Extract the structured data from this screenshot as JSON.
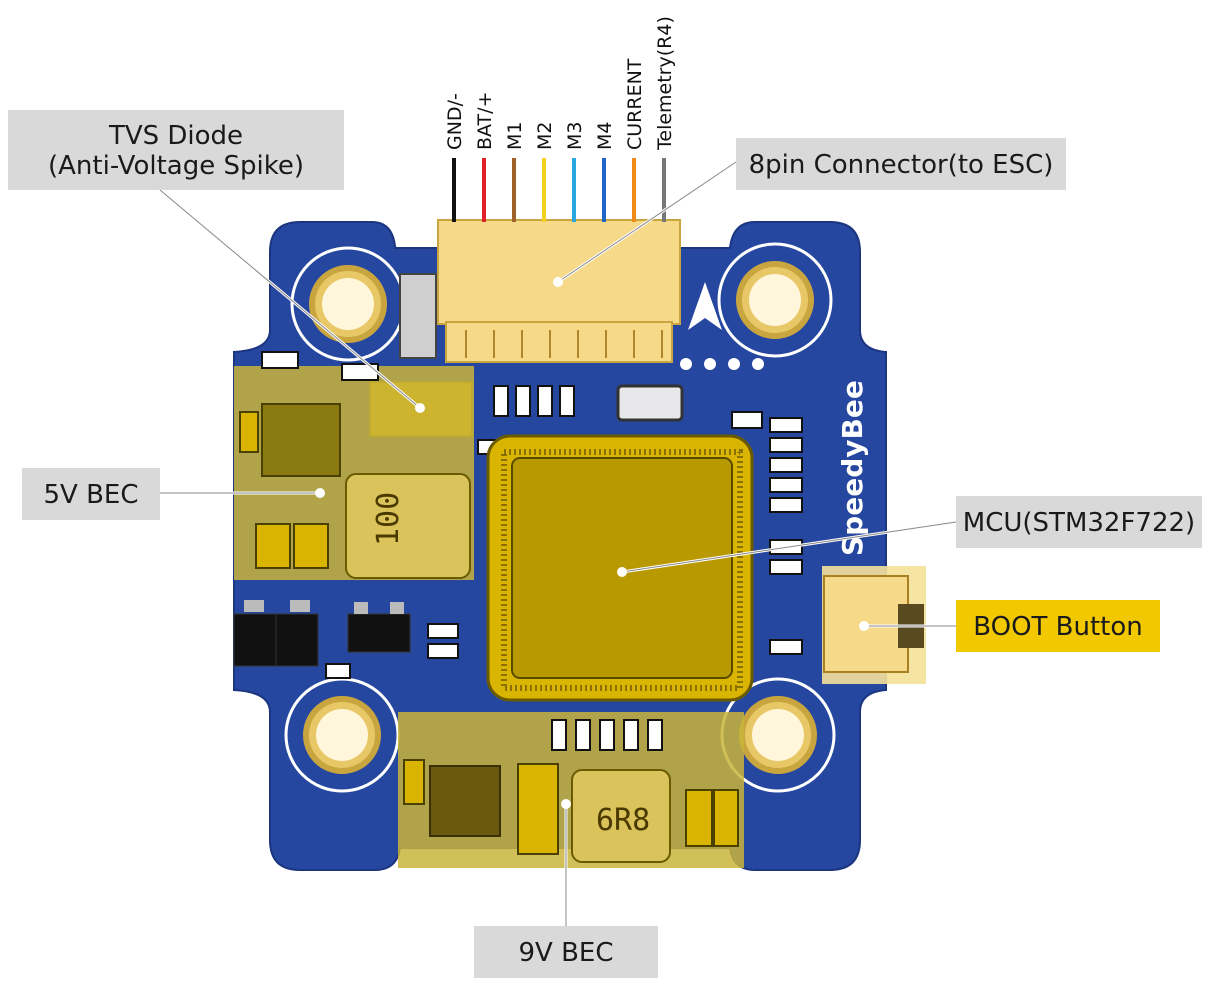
{
  "pin_labels": [
    "GND/-",
    "BAT/+",
    "M1",
    "M2",
    "M3",
    "M4",
    "CURRENT",
    "Telemetry(R4)"
  ],
  "wire_colors": [
    "#111111",
    "#e0202a",
    "#a0622a",
    "#f2d21a",
    "#2aa6e0",
    "#1f66c8",
    "#f08a18",
    "#777777"
  ],
  "callouts": {
    "tvs_line1": "TVS Diode",
    "tvs_line2": "(Anti-Voltage Spike)",
    "connector": "8pin Connector(to ESC)",
    "bec5v": "5V BEC",
    "mcu": "MCU(STM32F722)",
    "boot": "BOOT Button",
    "bec9v": "9V BEC"
  },
  "board": {
    "brand": "SpeedyBee",
    "inductor_top": "100",
    "inductor_bottom": "6R8"
  },
  "colors": {
    "pcb": "#2647a0",
    "highlight": "#d9b400",
    "label_gray": "#d9d9d9",
    "label_yellow": "#f2c800"
  }
}
